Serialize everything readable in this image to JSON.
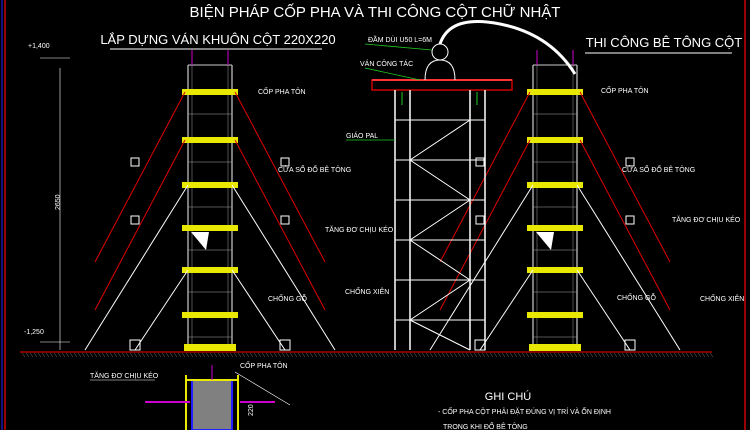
{
  "title": "BIỆN PHÁP CỐP PHA VÀ THI CÔNG CỘT CHỮ NHẬT",
  "left_view": {
    "title": "LẮP DỰNG VÁN KHUÔN CỘT 220X220",
    "level_top": "+1,400",
    "height_dim": "2650",
    "level_bottom": "-1,250",
    "labels": {
      "formwork": "CỐP PHA TÔN",
      "window": "CỬA SỔ ĐỔ BÊ TÔNG",
      "turnbuckle": "TĂNG ĐƠ CHỊU KÉO",
      "wood_prop": "CHỐNG GỖ",
      "brace": "CHỐNG XIÊN"
    }
  },
  "center_view": {
    "labels": {
      "vibrator": "ĐẦM DÙI U50 L=6M",
      "platform": "VÁN CÔNG TÁC",
      "scaffold": "GIÁO PAL"
    }
  },
  "right_view": {
    "title": "THI CÔNG BÊ TÔNG CỘT",
    "labels": {
      "formwork": "CỐP PHA TÔN",
      "window": "CỬA SỔ ĐỔ BÊ TÔNG",
      "turnbuckle": "TĂNG ĐƠ CHỊU KÉO",
      "wood_prop": "CHỐNG GỖ",
      "brace": "CHỐNG XIÊN"
    }
  },
  "plan_view": {
    "turnbuckle": "TĂNG ĐƠ CHỊU KÉO",
    "formwork": "CỐP PHA TÔN",
    "dim": "220"
  },
  "notes": {
    "heading": "GHI CHÚ",
    "lines": [
      "- CỐP PHA CỘT PHẢI ĐẶT ĐÚNG VỊ TRÍ VÀ ỔN ĐỊNH",
      "TRONG KHI ĐỔ BÊ TÔNG"
    ]
  },
  "colors": {
    "background": "#000000",
    "column_band": "#e8e800",
    "tie": "#e00000",
    "leader": "#20c020",
    "hose": "#ffffff",
    "plan_fill": "#808080",
    "plan_border": "#2020ff"
  }
}
